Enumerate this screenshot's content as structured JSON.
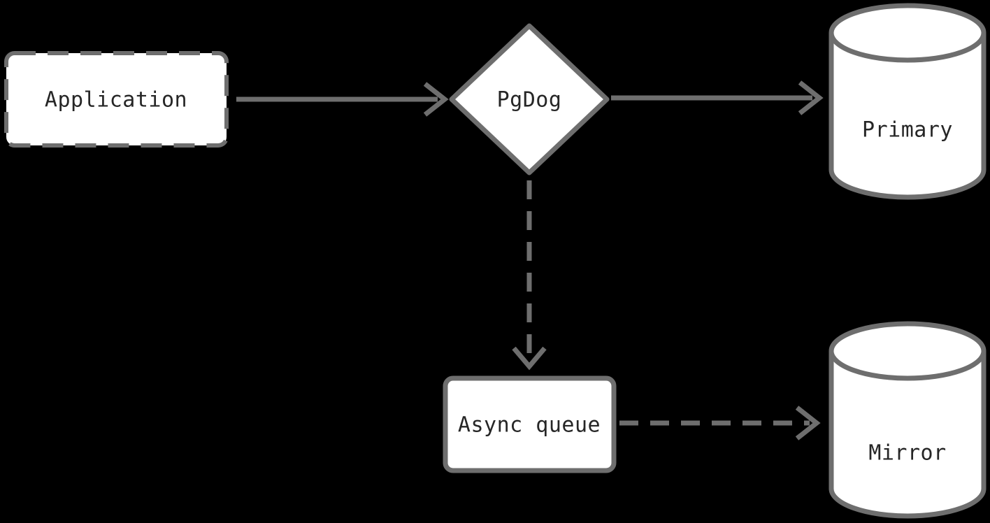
{
  "diagram": {
    "nodes": {
      "application": {
        "label": "Application",
        "type": "process",
        "border": "dashed"
      },
      "pgdog": {
        "label": "PgDog",
        "type": "decision",
        "border": "solid"
      },
      "primary": {
        "label": "Primary",
        "type": "database",
        "border": "solid"
      },
      "async_queue": {
        "label": "Async queue",
        "type": "process",
        "border": "solid"
      },
      "mirror": {
        "label": "Mirror",
        "type": "database",
        "border": "solid"
      }
    },
    "edges": [
      {
        "from": "application",
        "to": "pgdog",
        "style": "solid",
        "direction": "right"
      },
      {
        "from": "pgdog",
        "to": "primary",
        "style": "solid",
        "direction": "right"
      },
      {
        "from": "pgdog",
        "to": "async_queue",
        "style": "dashed",
        "direction": "down"
      },
      {
        "from": "async_queue",
        "to": "mirror",
        "style": "dashed",
        "direction": "right"
      }
    ],
    "colors": {
      "background": "#000000",
      "node_fill": "#ffffff",
      "stroke": "#6e6e6e",
      "text": "#262626"
    }
  }
}
